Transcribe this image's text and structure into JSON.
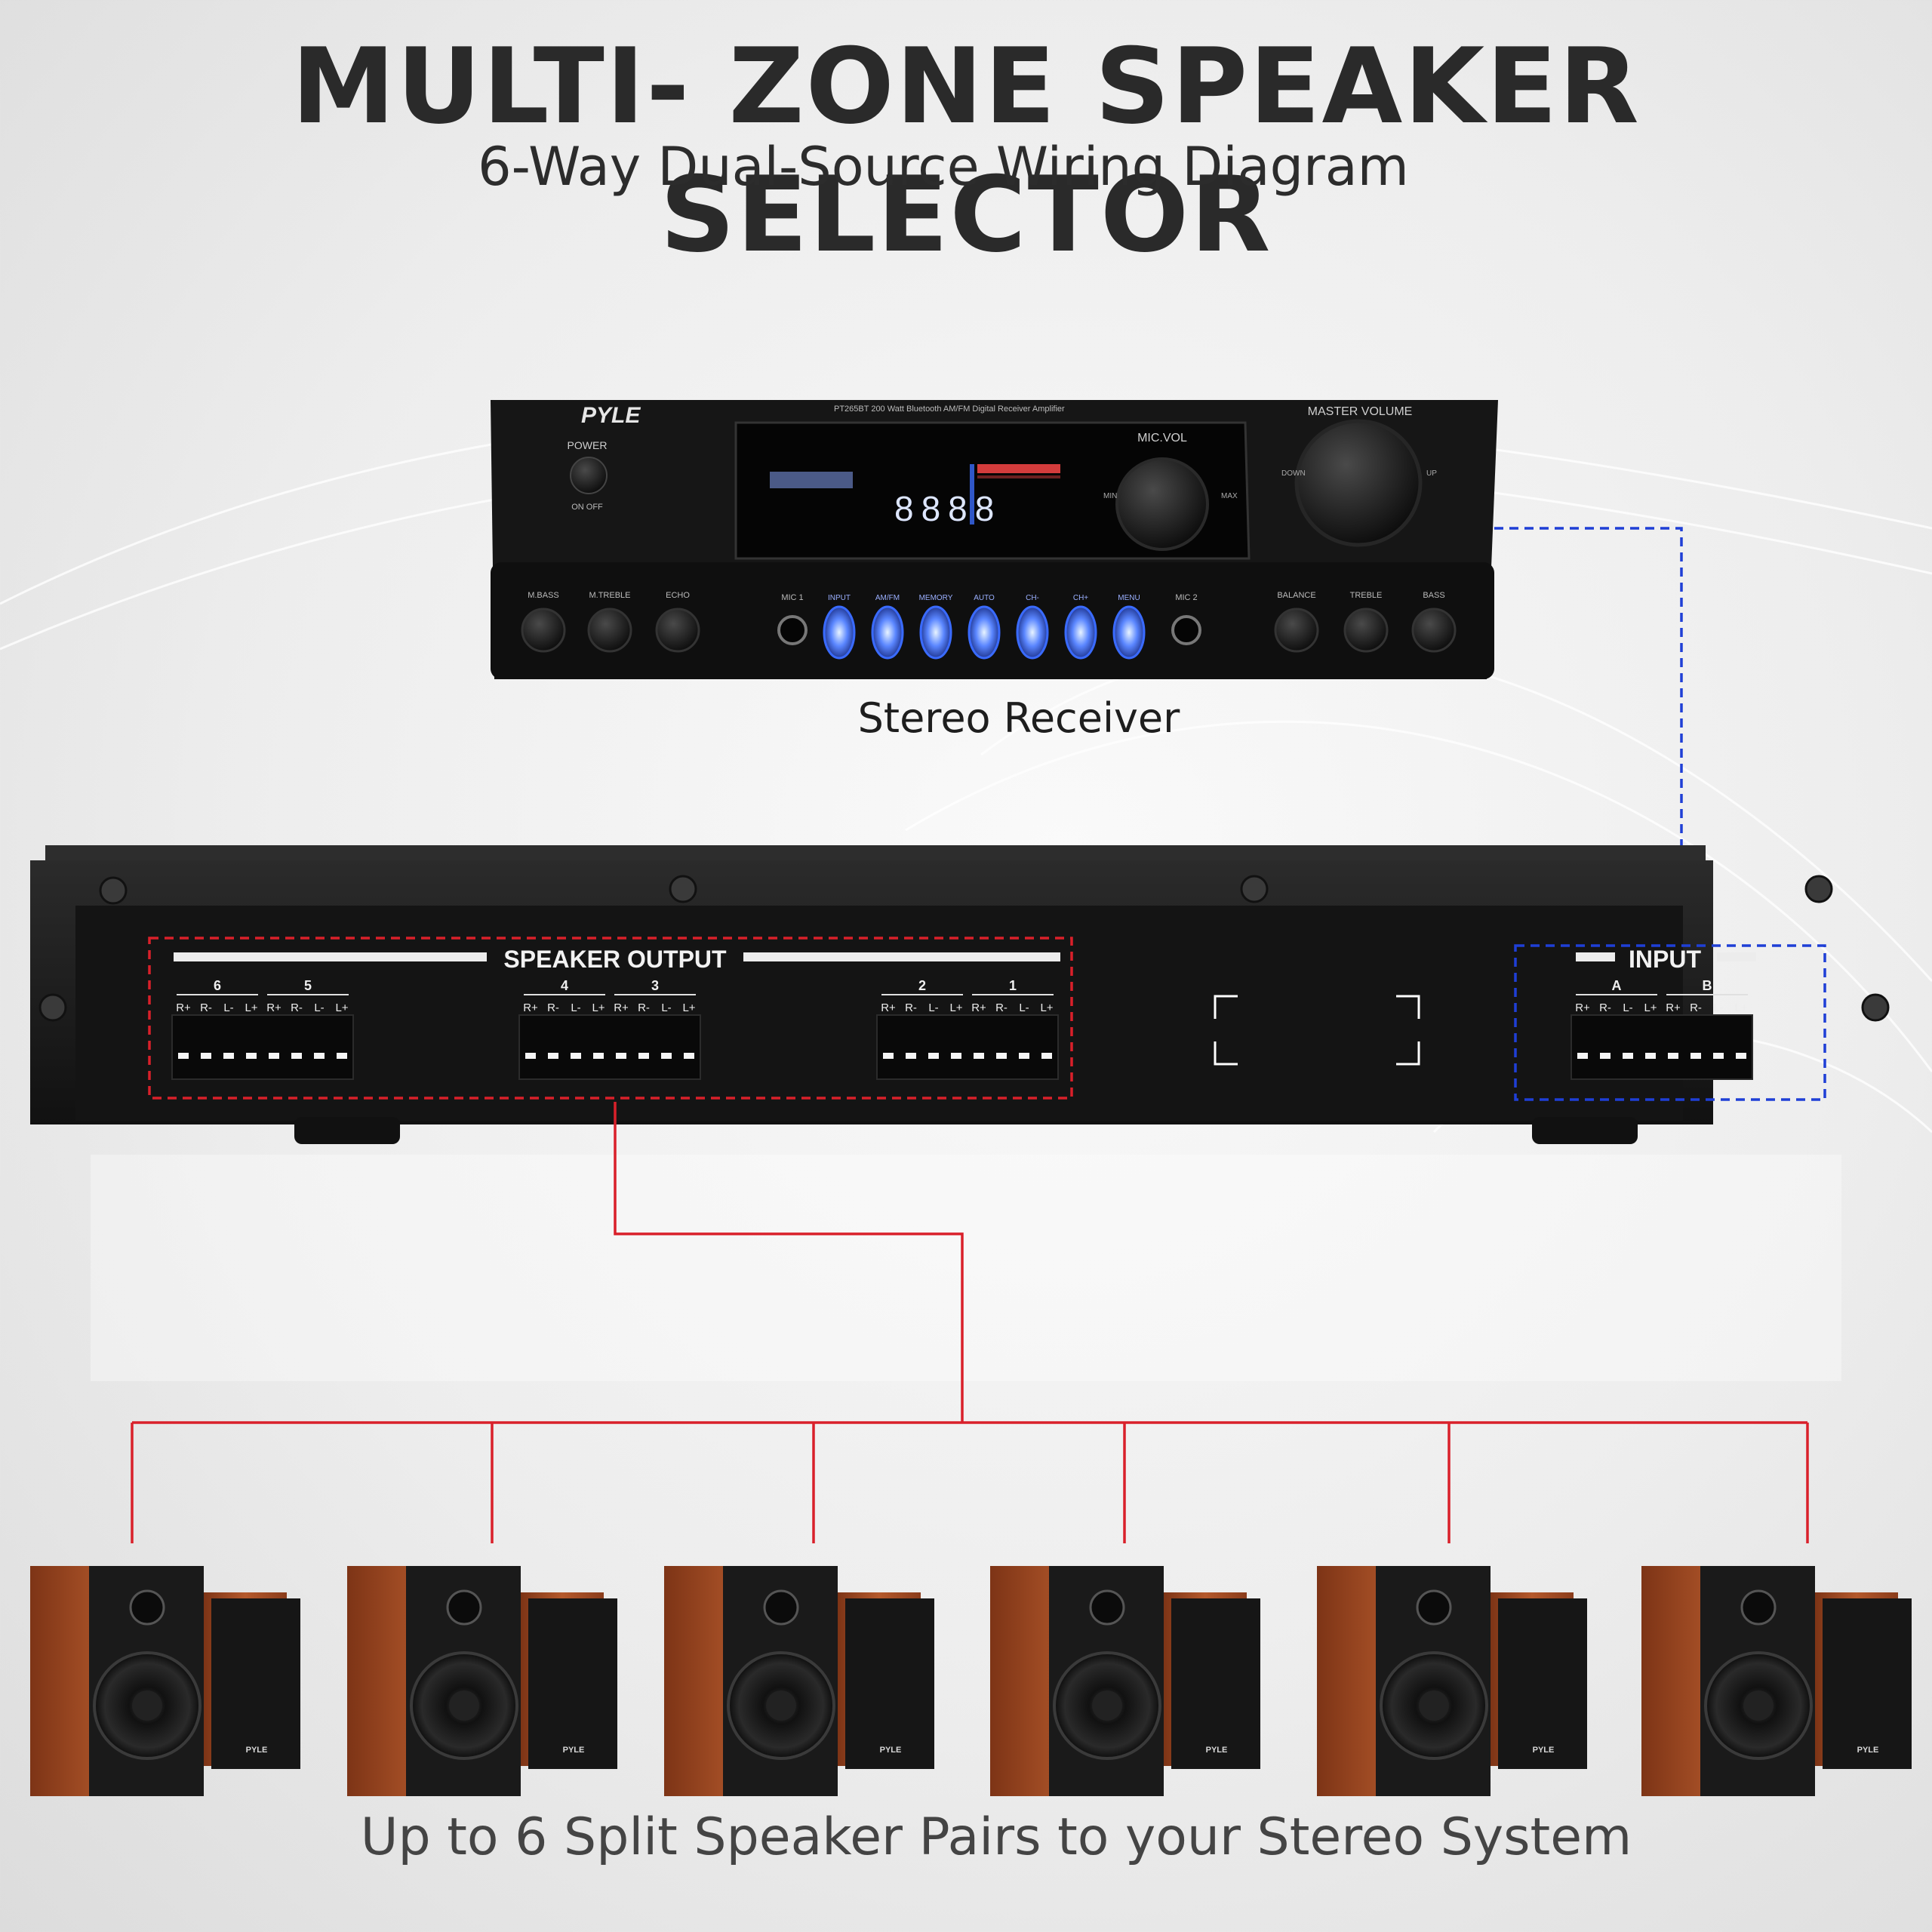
{
  "header": {
    "title": "MULTI- ZONE SPEAKER SELECTOR",
    "subtitle": "6-Way Dual-Source Wiring Diagram"
  },
  "receiver": {
    "brand": "PYLE",
    "model_line": "PT265BT  200 Watt Bluetooth AM/FM Digital Receiver Amplifier",
    "display_digits": "8888",
    "power_label": "POWER",
    "power_states": "ON  OFF",
    "master_volume_label": "MASTER VOLUME",
    "down_label": "DOWN",
    "up_label": "UP",
    "mic_vol_label": "MIC.VOL",
    "min_label": "MIN",
    "max_label": "MAX",
    "knobs": [
      "M.BASS",
      "M.TREBLE",
      "ECHO"
    ],
    "mic1": "MIC 1",
    "mic2": "MIC 2",
    "buttons": [
      "INPUT",
      "AM/FM",
      "MEMORY",
      "AUTO",
      "CH-",
      "CH+",
      "MENU"
    ],
    "right_knobs": [
      "BALANCE",
      "TREBLE",
      "BASS"
    ],
    "caption": "Stereo Receiver"
  },
  "selector": {
    "output_label": "SPEAKER OUTPUT",
    "input_label": "INPUT",
    "terminal_pins": [
      "R+",
      "R-",
      "L-",
      "L+"
    ],
    "output_zones": [
      "6",
      "5",
      "4",
      "3",
      "2",
      "1"
    ],
    "input_sources": [
      "A",
      "B"
    ]
  },
  "speakers": {
    "count": 6,
    "badge": "PYLE",
    "caption": "Up to 6 Split Speaker Pairs to your Stereo System"
  },
  "colors": {
    "output_wire": "#d9202a",
    "input_wire": "#1f3fd6",
    "chassis": "#1b1b1b",
    "speaker_wood": "#9a4a26",
    "led_blue": "#3a6bff"
  }
}
